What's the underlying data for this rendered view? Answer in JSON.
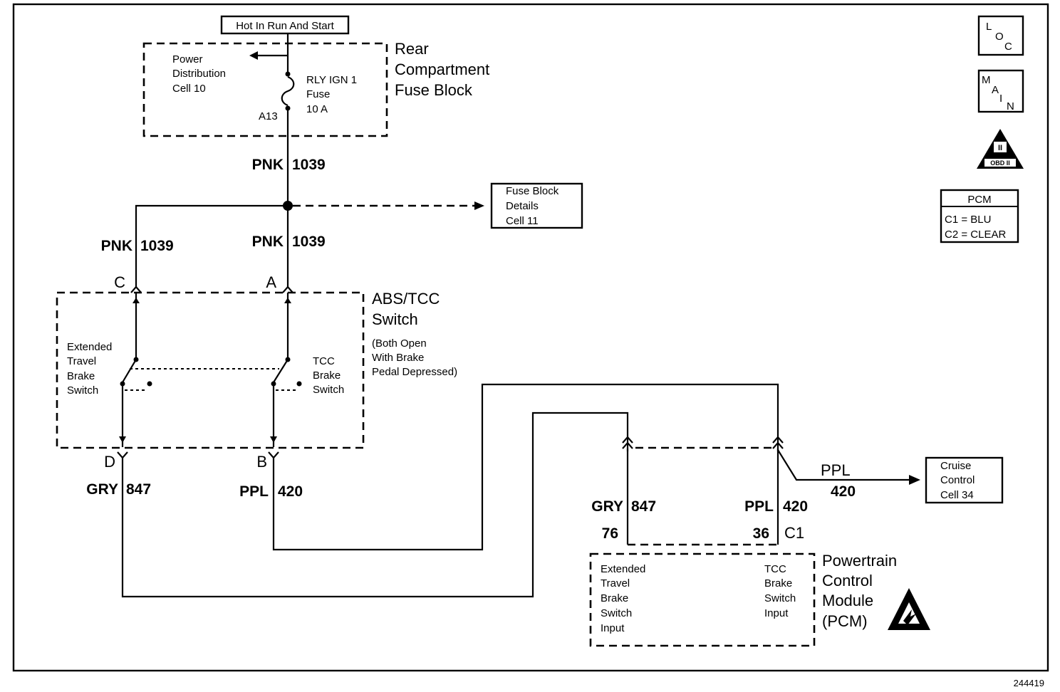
{
  "hot_label": "Hot In Run And Start",
  "fuse_block": {
    "title": [
      "Rear",
      "Compartment",
      "Fuse Block"
    ],
    "power_dist": [
      "Power",
      "Distribution",
      "Cell 10"
    ],
    "fuse_label": [
      "RLY IGN 1",
      "Fuse",
      "10 A"
    ],
    "terminal": "A13"
  },
  "wires": {
    "pnk_top": {
      "color": "PNK",
      "circuit": "1039"
    },
    "pnk_left": {
      "color": "PNK",
      "circuit": "1039"
    },
    "pnk_mid": {
      "color": "PNK",
      "circuit": "1039"
    },
    "gry_left": {
      "color": "GRY",
      "circuit": "847"
    },
    "ppl_left": {
      "color": "PPL",
      "circuit": "420"
    },
    "gry_right": {
      "color": "GRY",
      "circuit": "847"
    },
    "ppl_right": {
      "color": "PPL",
      "circuit": "420"
    },
    "ppl_cruise": {
      "color": "PPL",
      "circuit": "420"
    }
  },
  "fuse_details": [
    "Fuse Block",
    "Details",
    "Cell 11"
  ],
  "switch": {
    "title": [
      "ABS/TCC",
      "Switch"
    ],
    "note": [
      "(Both Open",
      "With Brake",
      "Pedal Depressed)"
    ],
    "left_label": [
      "Extended",
      "Travel",
      "Brake",
      "Switch"
    ],
    "right_label": [
      "TCC",
      "Brake",
      "Switch"
    ],
    "pin_c": "C",
    "pin_a": "A",
    "pin_d": "D",
    "pin_b": "B"
  },
  "cruise": [
    "Cruise",
    "Control",
    "Cell 34"
  ],
  "pcm": {
    "pin_76": "76",
    "pin_36": "36",
    "connector": "C1",
    "left_label": [
      "Extended",
      "Travel",
      "Brake",
      "Switch",
      "Input"
    ],
    "right_label": [
      "TCC",
      "Brake",
      "Switch",
      "Input"
    ],
    "title": [
      "Powertrain",
      "Control",
      "Module",
      "(PCM)"
    ]
  },
  "side": {
    "loc": [
      "L",
      "O",
      "C"
    ],
    "main": [
      "M",
      "A",
      "I",
      "N"
    ],
    "obd_badge": [
      "II",
      "OBD II"
    ],
    "pcm_box": {
      "title": "PCM",
      "c1": "C1 = BLU",
      "c2": "C2 = CLEAR"
    }
  },
  "figure_id": "244419"
}
